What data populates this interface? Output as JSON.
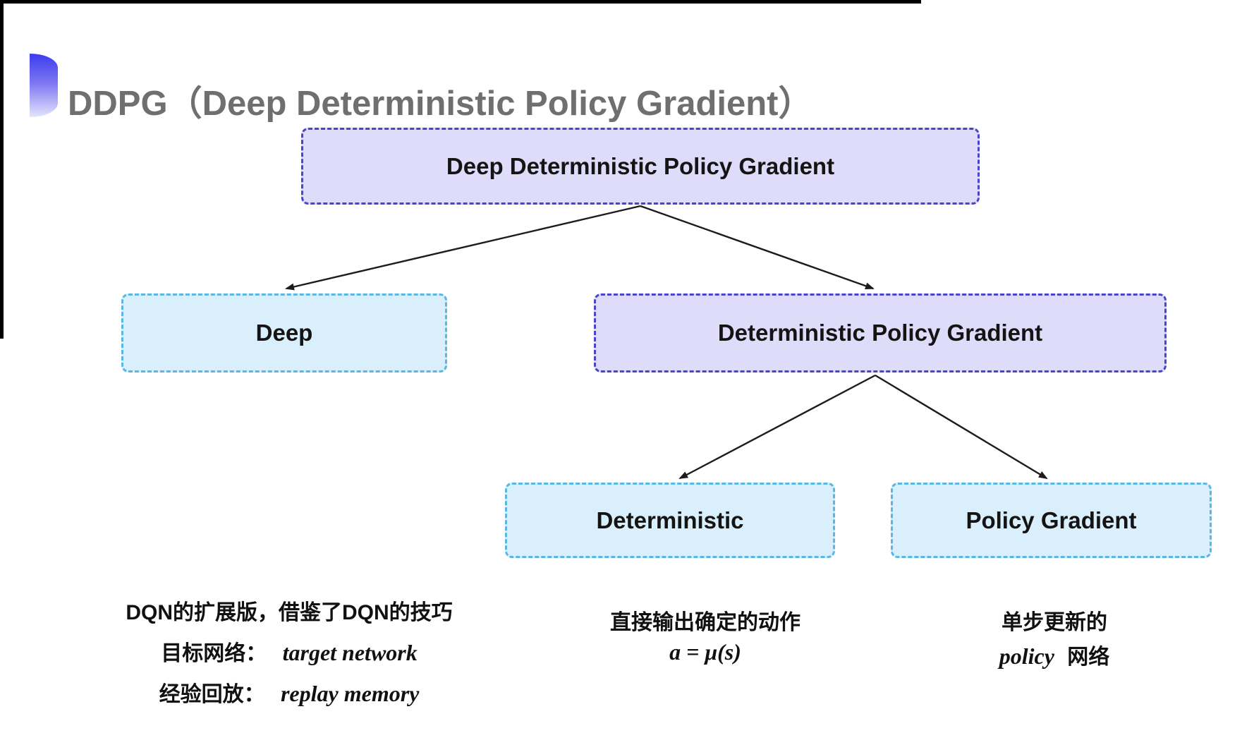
{
  "header": {
    "title": "DDPG（Deep Deterministic Policy Gradient）"
  },
  "colors": {
    "purple_fill": "#dedcf9",
    "purple_border": "#4943cd",
    "cyan_fill": "#d9effb",
    "cyan_border": "#59b7e3",
    "title_gray": "#6f6f6f",
    "arrow": "#1c1c1c"
  },
  "tree": {
    "root": {
      "label": "Deep Deterministic Policy Gradient",
      "variant": "purple"
    },
    "level2": [
      {
        "label": "Deep",
        "variant": "cyan"
      },
      {
        "label": "Deterministic Policy Gradient",
        "variant": "purple"
      }
    ],
    "level3": [
      {
        "label": "Deterministic",
        "variant": "cyan"
      },
      {
        "label": "Policy Gradient",
        "variant": "cyan"
      }
    ]
  },
  "notes": {
    "deep": {
      "line1": "DQN的扩展版，借鉴了DQN的技巧",
      "line2_label": "目标网络：",
      "line2_value": "target network",
      "line3_label": "经验回放：",
      "line3_value": "replay memory"
    },
    "deterministic": {
      "line1": "直接输出确定的动作",
      "line2": "a = μ(s)"
    },
    "policy_gradient": {
      "line1": "单步更新的",
      "line2_italic": "policy",
      "line2_rest": "网络"
    }
  }
}
